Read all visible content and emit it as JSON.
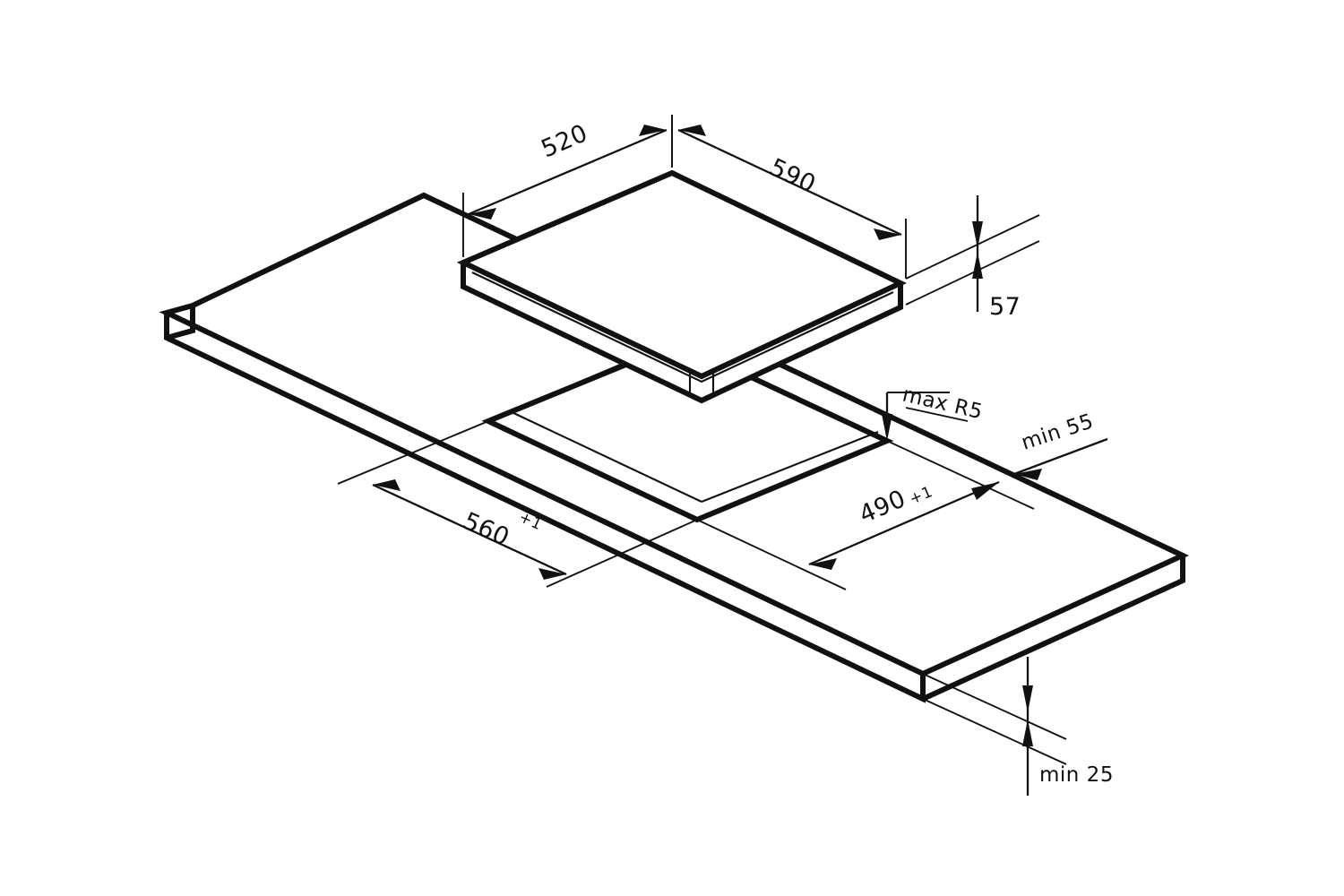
{
  "drawing": {
    "title": "Hob installation cut-out drawing",
    "type": "isometric-technical-drawing",
    "units": "mm",
    "stroke_color": "#111111",
    "background_color": "#ffffff"
  },
  "dimensions": {
    "hob_width": {
      "value": "590",
      "label": "590"
    },
    "hob_depth": {
      "value": "520",
      "label": "520"
    },
    "hob_height": {
      "value": "57",
      "label": "57"
    },
    "cutout_width": {
      "value": "560",
      "tolerance": "+1",
      "label": "560",
      "tol_label": "+1"
    },
    "cutout_depth": {
      "value": "490",
      "tolerance": "+1",
      "label": "490",
      "tol_label": "+1"
    },
    "corner_radius": {
      "value": "max R5",
      "label": "max R5"
    },
    "front_edge_min": {
      "value": "min 55",
      "label": "min 55"
    },
    "worktop_thickness_min": {
      "value": "min 25",
      "label": "min 25"
    }
  },
  "parts": {
    "hob": "cooktop-panel",
    "worktop": "kitchen-worktop",
    "cutout": "worktop-cutout"
  }
}
